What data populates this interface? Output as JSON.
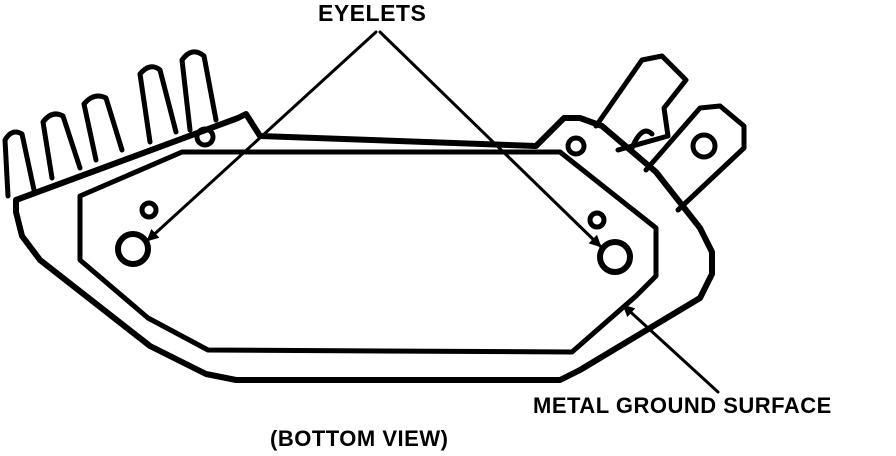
{
  "labels": {
    "eyelets": "EYELETS",
    "metal_ground_surface": "METAL GROUND SURFACE",
    "view": "(BOTTOM VIEW)"
  },
  "colors": {
    "ink": "#000000",
    "background": "#ffffff"
  },
  "icons": [
    "arrowhead-icon"
  ]
}
